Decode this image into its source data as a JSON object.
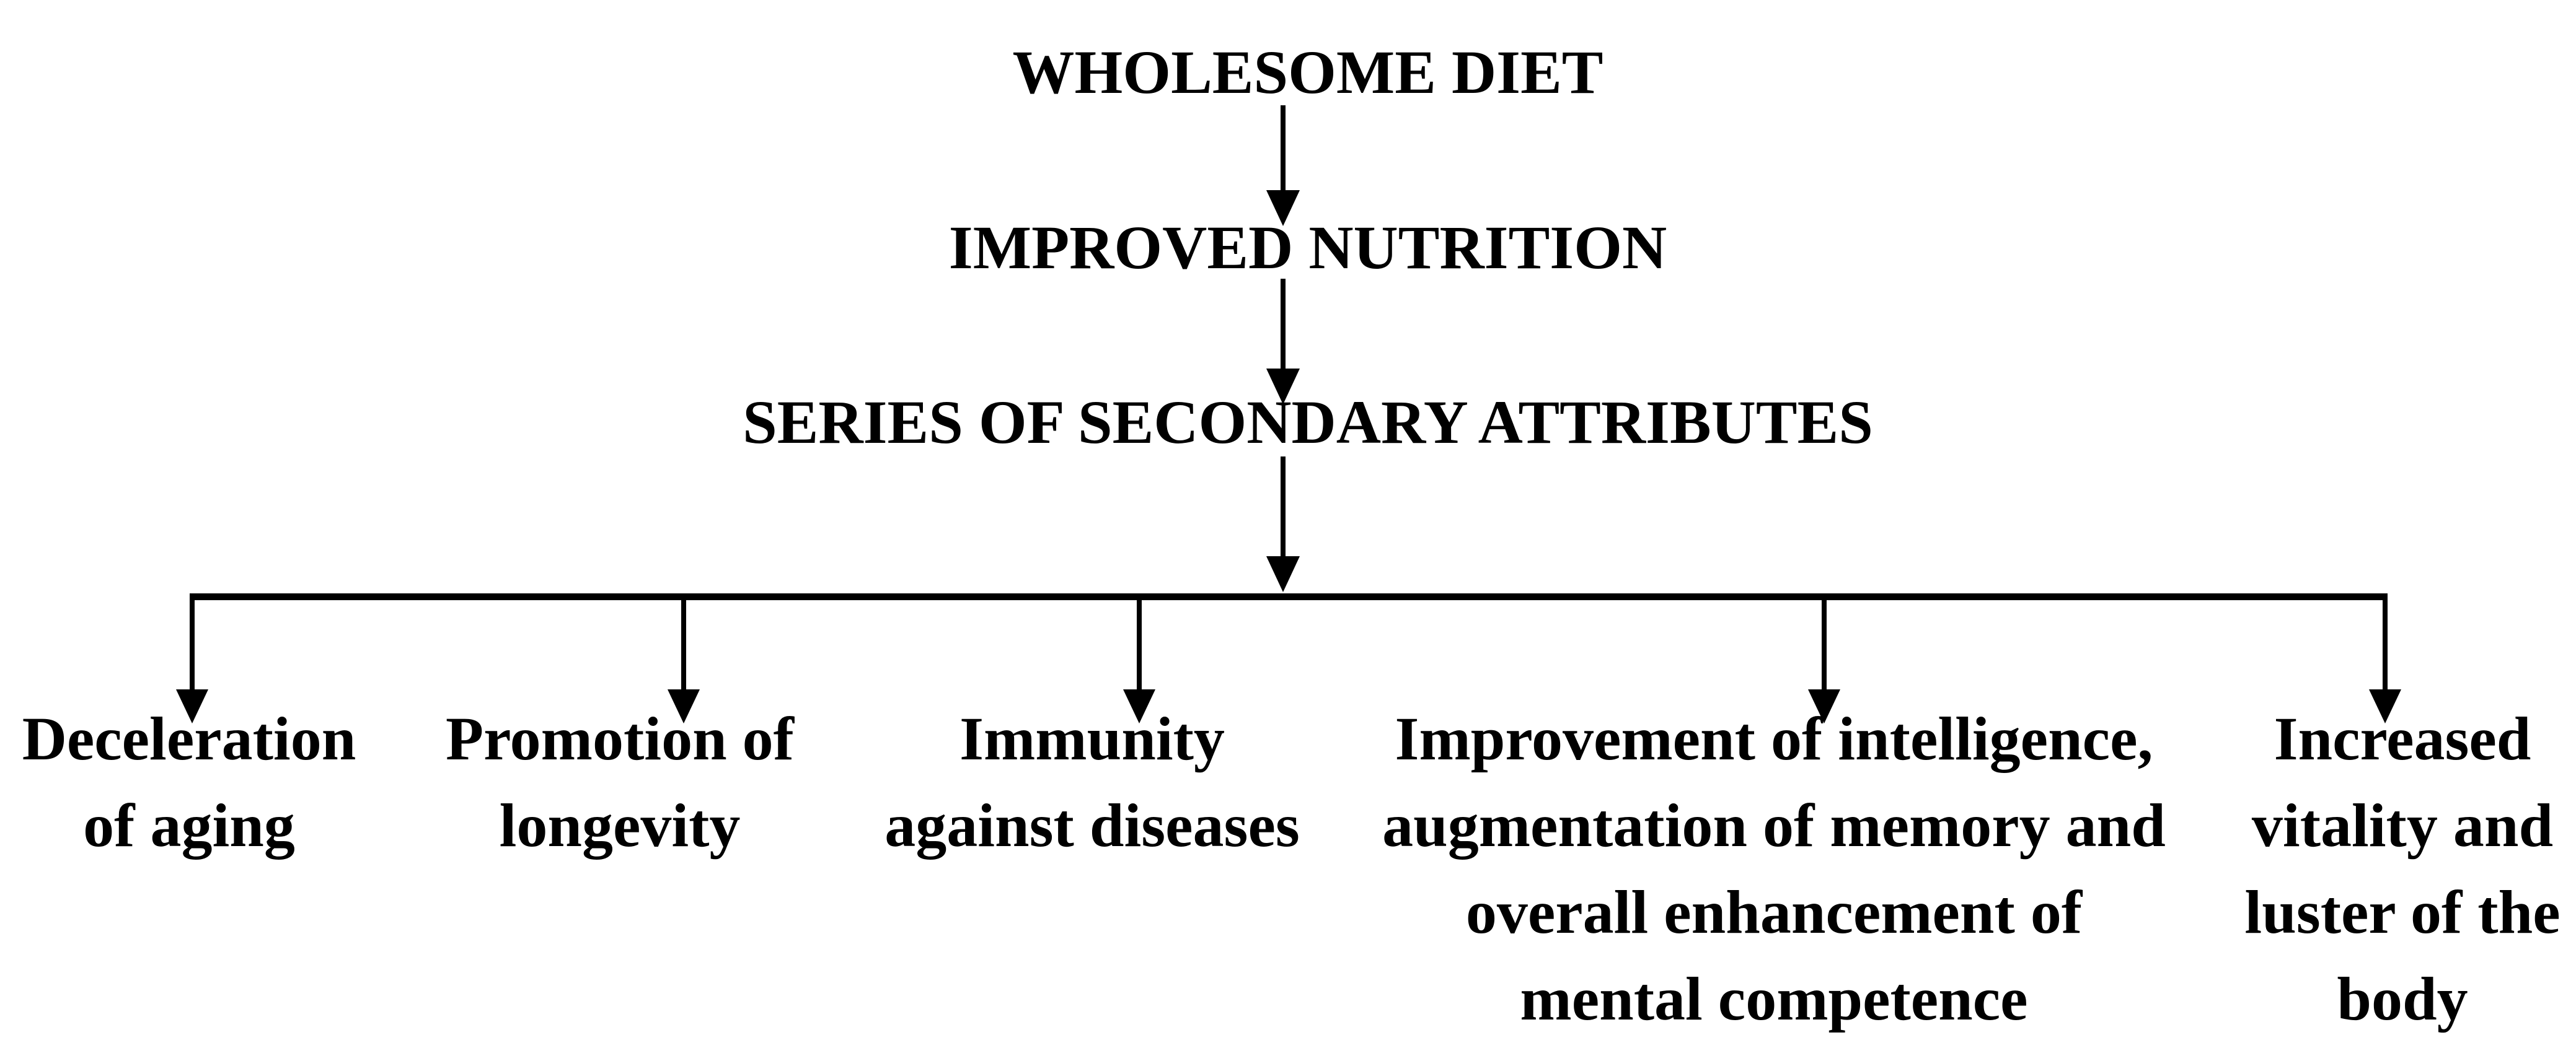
{
  "flowchart": {
    "background_color": "#ffffff",
    "ink_color": "#000000",
    "levels": [
      {
        "label": "WHOLESOME DIET"
      },
      {
        "label": "IMPROVED NUTRITION"
      },
      {
        "label": "SERIES OF SECONDARY ATTRIBUTES"
      }
    ],
    "branches": [
      {
        "label": "Deceleration of aging",
        "lines": [
          "Deceleration",
          "of aging"
        ]
      },
      {
        "label": "Promotion of longevity",
        "lines": [
          "Promotion of",
          "longevity"
        ]
      },
      {
        "label": "Immunity against diseases",
        "lines": [
          "Immunity",
          "against diseases"
        ]
      },
      {
        "label": "Improvement of intelligence, augmentation of memory and overall enhancement of mental competence",
        "lines": [
          "Improvement of intelligence,",
          "augmentation of memory and",
          "overall enhancement of",
          "mental competence"
        ]
      },
      {
        "label": "Increased vitality and luster of the body",
        "lines": [
          "Increased",
          "vitality and",
          "luster of the",
          "body"
        ]
      }
    ]
  }
}
